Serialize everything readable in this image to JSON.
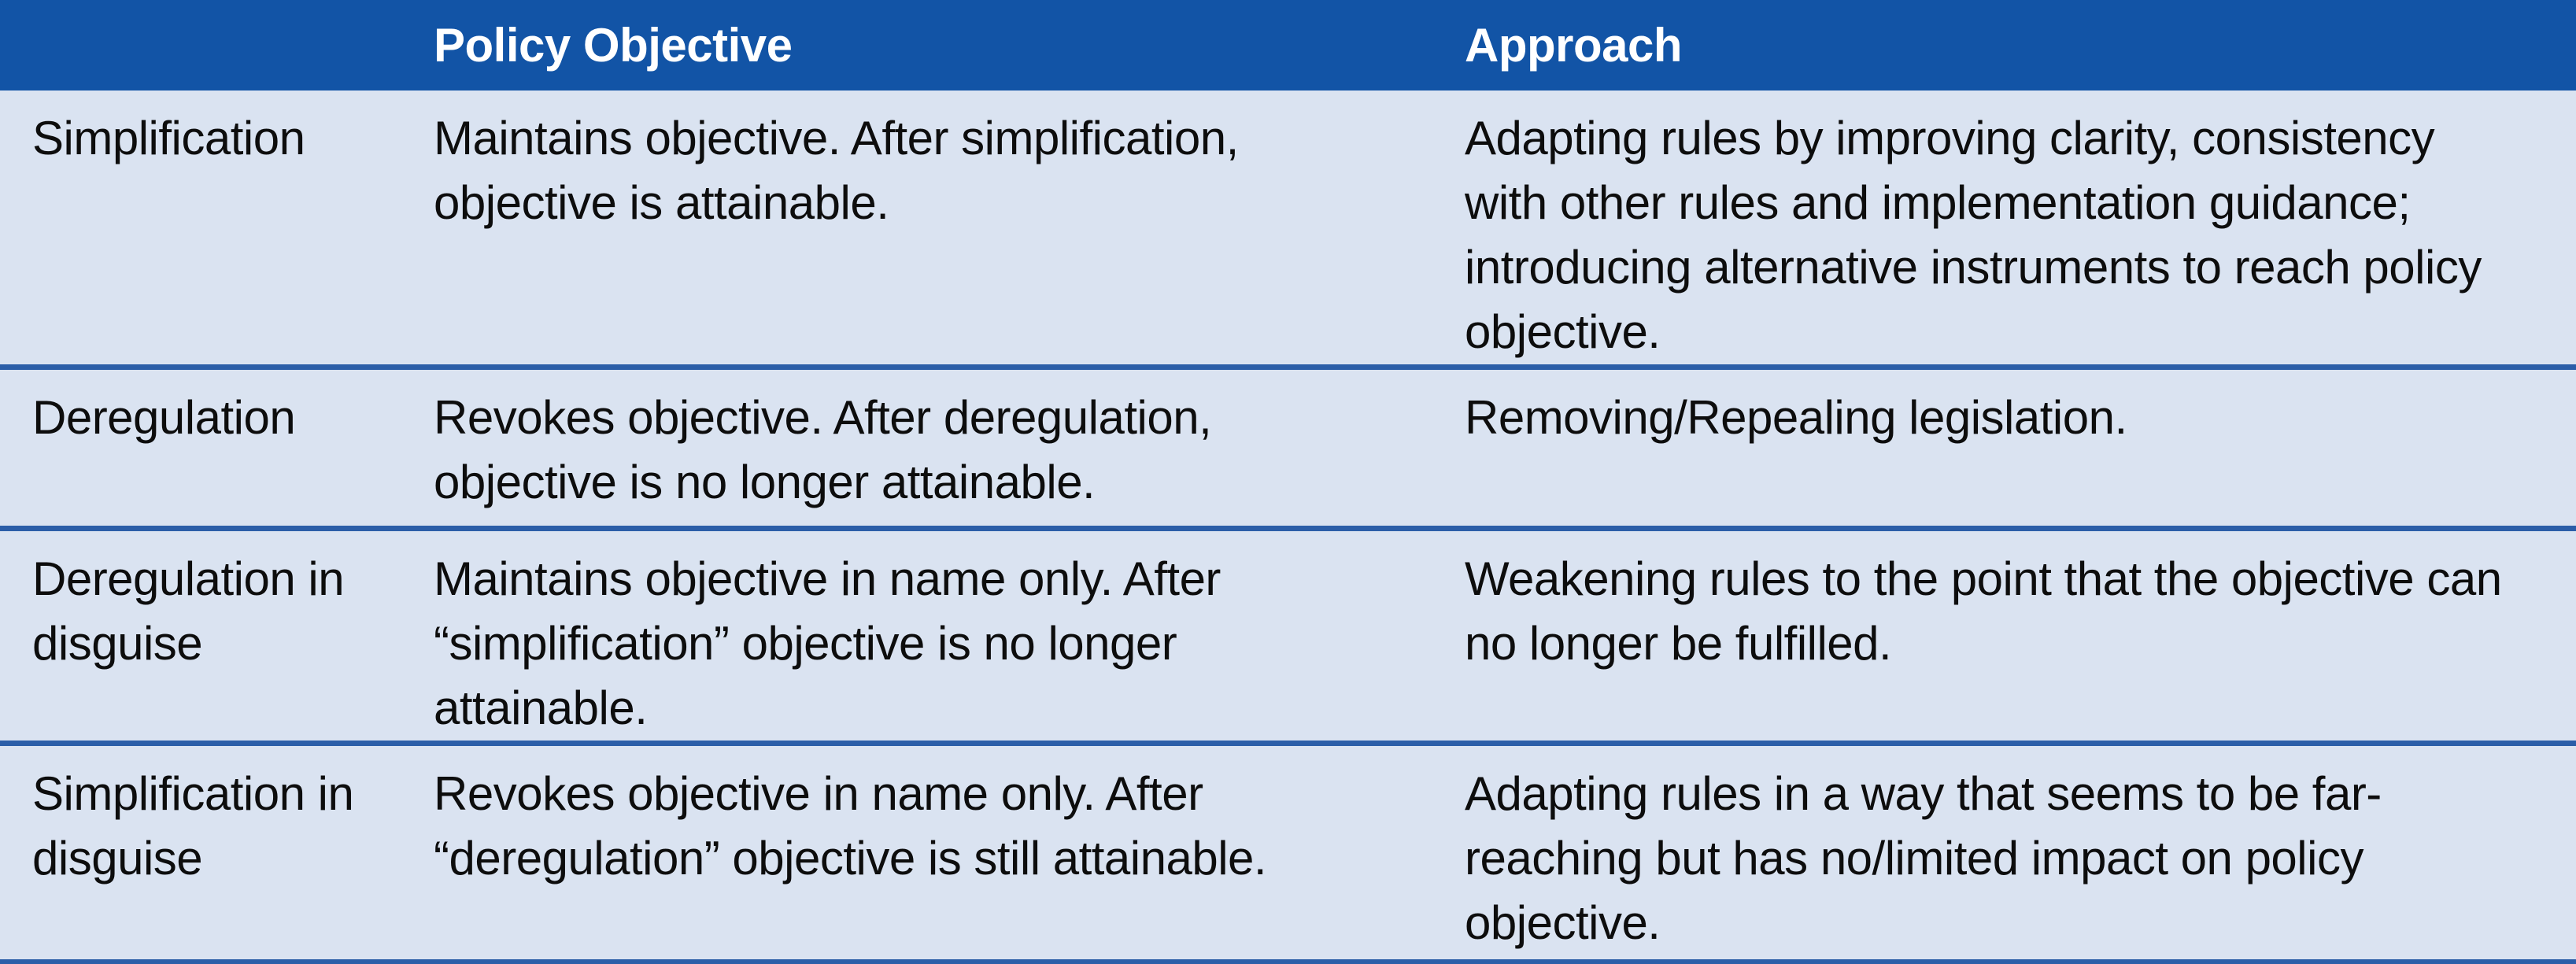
{
  "table": {
    "columns": [
      {
        "label": ""
      },
      {
        "label": "Policy Objective"
      },
      {
        "label": "Approach"
      }
    ],
    "rows": [
      {
        "label": "Simplification",
        "policy_objective": "Maintains objective. After simplification,\nobjective is attainable.",
        "approach": "Adapting rules by improving clarity, consistency\nwith other rules and implementation guidance;\nintroducing alternative instruments to reach policy\nobjective."
      },
      {
        "label": "Deregulation",
        "policy_objective": "Revokes objective. After deregulation,\nobjective is no longer attainable.",
        "approach": "Removing/Repealing legislation."
      },
      {
        "label": "Deregulation in\ndisguise",
        "policy_objective": "Maintains objective in name only. After\n“simplification” objective is no longer\nattainable.",
        "approach": "Weakening rules to the point that the objective can\nno longer be fulfilled."
      },
      {
        "label": "Simplification in\ndisguise",
        "policy_objective": "Revokes objective in name only. After\n“deregulation” objective is still attainable.",
        "approach": "Adapting rules in a way that seems to be far-\nreaching but has no/limited impact on policy\nobjective."
      }
    ]
  },
  "colors": {
    "header_bg": "#1254A6",
    "header_text": "#FFFFFF",
    "row_bg": "#DAE3F1",
    "divider": "#2B5EA8",
    "body_text": "#0D0D0D",
    "page_bg": "#FFFFFF"
  }
}
